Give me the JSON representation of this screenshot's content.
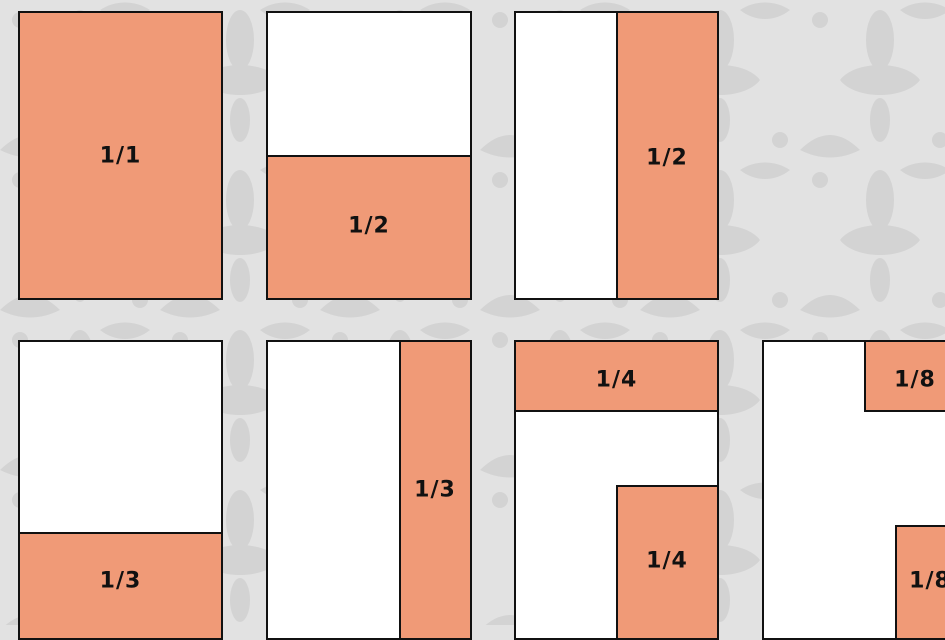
{
  "colors": {
    "background": "#e2e2e2",
    "pattern": "#d4d4d4",
    "panel": "#ffffff",
    "highlight": "#f09a77",
    "border": "#111111"
  },
  "panels": [
    {
      "id": "full-page",
      "labels": [
        "1/1"
      ]
    },
    {
      "id": "half-horizontal",
      "labels": [
        "1/2"
      ]
    },
    {
      "id": "half-vertical",
      "labels": [
        "1/2"
      ]
    },
    {
      "id": "third-horizontal",
      "labels": [
        "1/3"
      ]
    },
    {
      "id": "third-vertical",
      "labels": [
        "1/3"
      ]
    },
    {
      "id": "quarter",
      "labels": [
        "1/4",
        "1/4"
      ]
    },
    {
      "id": "eighth",
      "labels": [
        "1/8",
        "1/8"
      ]
    }
  ]
}
